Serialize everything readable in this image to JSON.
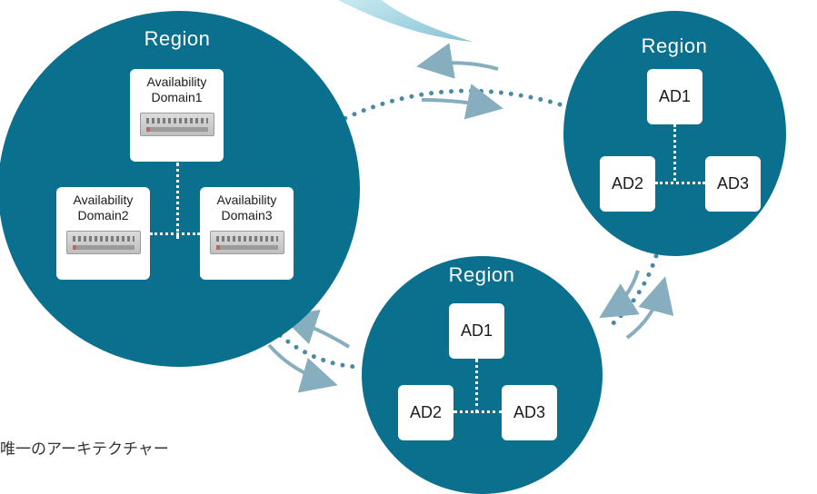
{
  "regions": [
    {
      "label": "Region",
      "domains": [
        {
          "line1": "Availability",
          "line2": "Domain1"
        },
        {
          "line1": "Availability",
          "line2": "Domain2"
        },
        {
          "line1": "Availability",
          "line2": "Domain3"
        }
      ]
    },
    {
      "label": "Region",
      "domains": [
        "AD1",
        "AD2",
        "AD3"
      ]
    },
    {
      "label": "Region",
      "domains": [
        "AD1",
        "AD2",
        "AD3"
      ]
    }
  ],
  "caption": "唯一のアーキテクチャー",
  "colors": {
    "region": "#0b6f8e",
    "connector": "#4a8ba3",
    "arrow": "#86aebe"
  },
  "icons": {
    "server": "server-rack-icon"
  }
}
